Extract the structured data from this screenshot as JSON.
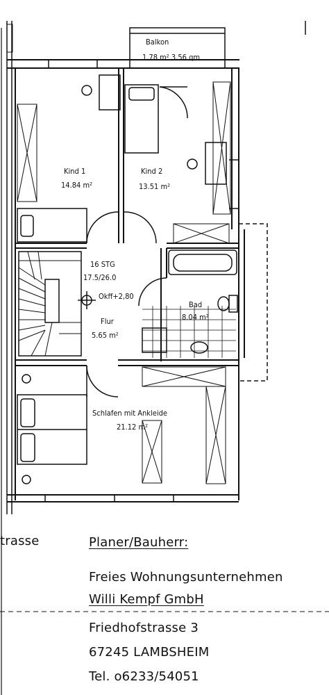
{
  "rooms": {
    "balkon": {
      "name": "Balkon",
      "area": "1.78 m² 3.56 qm"
    },
    "kind1": {
      "name": "Kind 1",
      "area": "14.84 m²"
    },
    "kind2": {
      "name": "Kind 2",
      "area": "13.51 m²"
    },
    "stair": {
      "name": "16 STG",
      "ratio": "17.5/26.0"
    },
    "level": "Okff+2,80",
    "flur": {
      "name": "Flur",
      "area": "5.65 m²"
    },
    "bad": {
      "name": "Bad",
      "area": "8.04 m²"
    },
    "schlafen": {
      "name": "Schlafen mit Ankleide",
      "area": "21.12 m²"
    }
  },
  "street_fragment": "trasse",
  "titleblock": {
    "heading": "Planer/Bauherr:",
    "line1": "Freies Wohnungsunternehmen",
    "line2": "Willi Kempf GmbH",
    "line3": "Friedhofstrasse 3",
    "line4": "67245 LAMBSHEIM",
    "line5": "Tel. o6233/54051"
  },
  "colors": {
    "ink": "#111111",
    "paper": "#ffffff"
  }
}
